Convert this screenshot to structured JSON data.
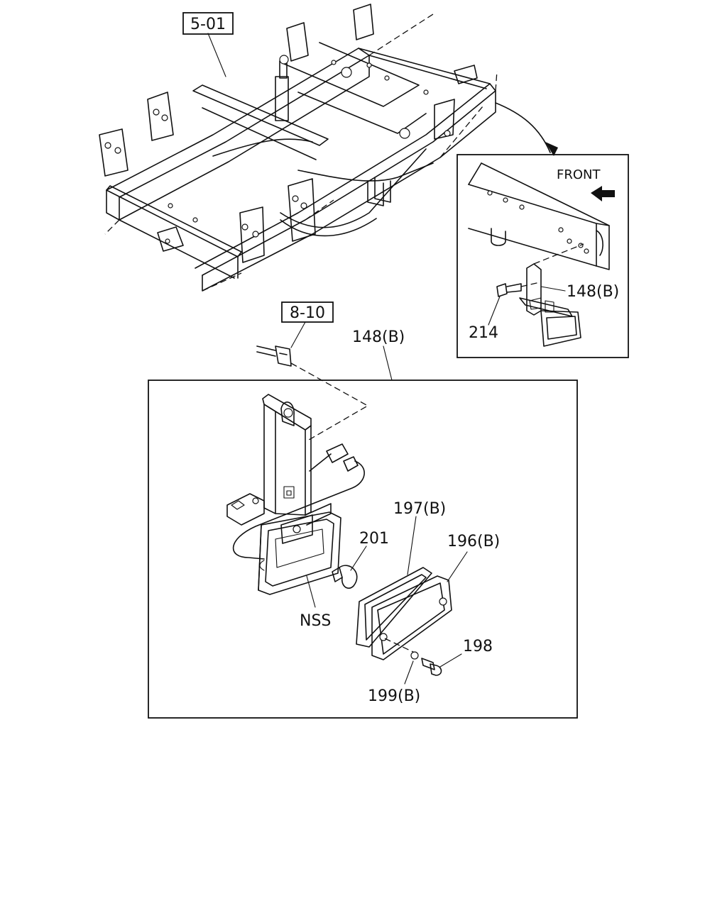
{
  "refs": {
    "frame": "5-01",
    "harness": "8-10"
  },
  "labels": {
    "front": "FRONT",
    "detail_lamp": "148(B)",
    "main_lamp": "148(B)",
    "bolt": "214",
    "gasket": "197(B)",
    "lens": "196(B)",
    "bulb": "201",
    "nss": "NSS",
    "screw": "198",
    "washer": "199(B)"
  }
}
